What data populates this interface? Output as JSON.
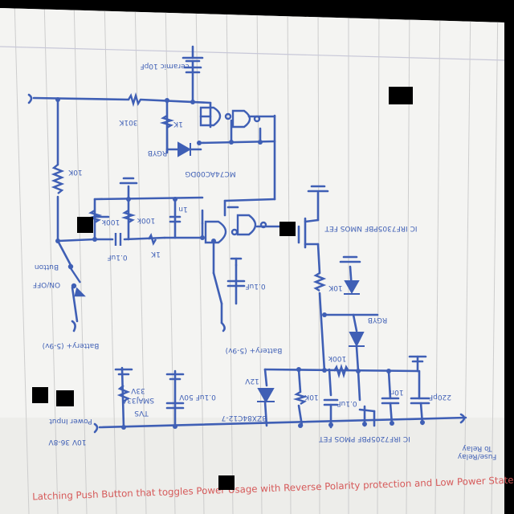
{
  "colors": {
    "background": "#000000",
    "paper": "#f4f4f2",
    "ruled_line": "#c9c9c9",
    "ink": "#3f5fb5",
    "red_ink": "#d65a5a",
    "redaction": "#000000"
  },
  "labels": {
    "ceramic": "ceramic 10pF",
    "r_301k": "301K",
    "r_1k_top": "1K",
    "led_top": "RGYB",
    "logic_chip": "MC74AC00DG",
    "r_10k_left": "10K",
    "r_100k_a": "100k",
    "r_100k_b": "100k",
    "cap_1n": "1n",
    "cap_01uf": "0.1uF",
    "r_1k_mid": "1K",
    "push_button": "Button",
    "on_off": "ON/OFF",
    "battery_left": "Battery+ (5-9v)",
    "nmos": "IC IRF7305PBF NMOS FET",
    "cap_01uf_mid": "0.1uF",
    "battery_mid": "Battery+ (5-9v)",
    "r_10k_fet": "10K",
    "led_right": "RGYB",
    "r_100k_bottom": "100k",
    "cap_10n": "10n",
    "cap_220pf": "220pF",
    "zener": "12V",
    "zener_part": "BZX84C12-7",
    "r_10k_bottom": "10K",
    "cap_01uf_bottom": "0.1uF",
    "pmos": "IC IRF7205PBF PMOS FET",
    "tvs_a": "33V",
    "tvs_b": "SMAJ33A",
    "tvs_c": "TVS",
    "cap_01uf_50v": "0.1uF 50V",
    "power_input": "Power Input",
    "vdc": "10V 36-8V",
    "relay_out": "To Relay",
    "relay_out2": "Fuse/Relay",
    "title": "Latching Push Button that toggles Power Usage with Reverse Polarity protection and Low Power State"
  }
}
